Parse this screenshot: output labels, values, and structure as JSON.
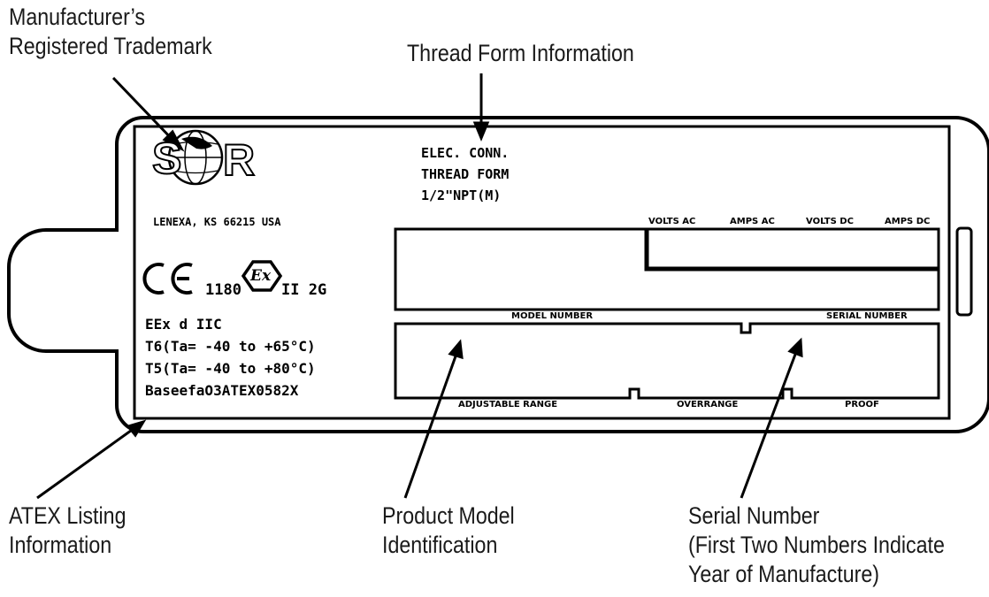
{
  "callouts": {
    "trademark": [
      "Manufacturer’s",
      "Registered Trademark"
    ],
    "thread_form": "Thread Form Information",
    "atex": [
      "ATEX Listing",
      "Information"
    ],
    "product_model": [
      "Product Model",
      "Identification"
    ],
    "serial": [
      "Serial Number",
      "(First Two Numbers Indicate",
      "Year of Manufacture)"
    ]
  },
  "plate": {
    "logo_letters": [
      "S",
      "R"
    ],
    "address": "LENEXA, KS 66215 USA",
    "ce_mark": "CE",
    "notified_body": "1180",
    "ex_mark": "Ex",
    "equipment_group": "II 2G",
    "atex_lines": [
      "EEx d IIC",
      "T6(Ta= -40 to +65°C)",
      "T5(Ta= -40 to +80°C)",
      "BaseefaO3ATEX0582X"
    ],
    "thread_lines": [
      "ELEC. CONN.",
      "THREAD FORM",
      "1/2\"NPT(M)"
    ],
    "rating_headers": [
      "VOLTS AC",
      "AMPS AC",
      "VOLTS DC",
      "AMPS DC"
    ],
    "model_number_label": "MODEL NUMBER",
    "serial_number_label": "SERIAL NUMBER",
    "bottom_labels": [
      "ADJUSTABLE RANGE",
      "OVERRANGE",
      "PROOF"
    ]
  }
}
